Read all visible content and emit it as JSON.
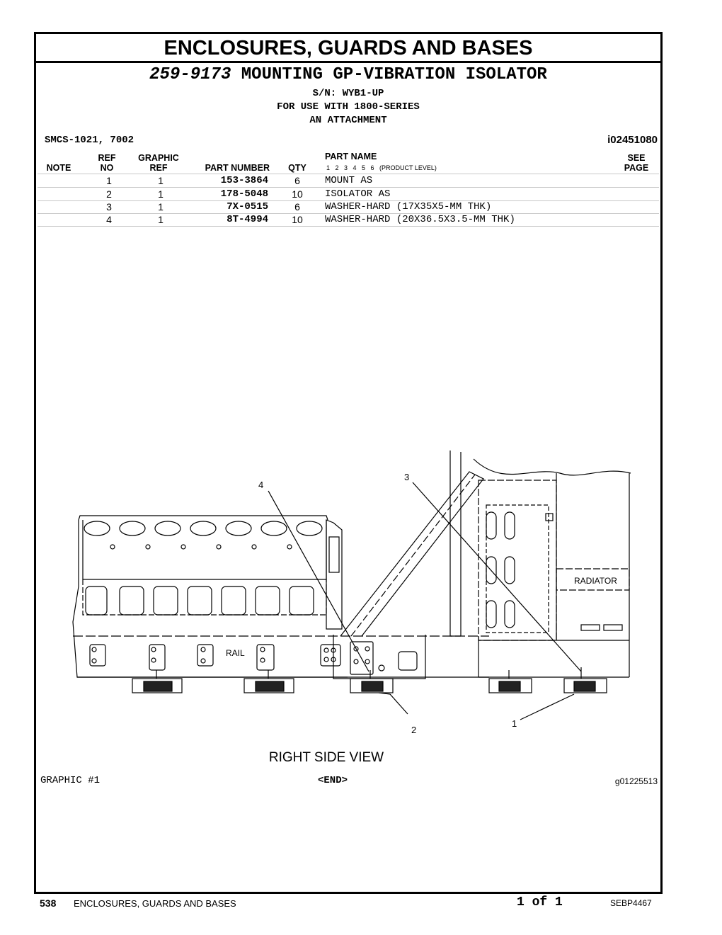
{
  "page_title": "ENCLOSURES, GUARDS AND BASES",
  "group": {
    "number": "259-9173",
    "name": "MOUNTING GP-VIBRATION ISOLATOR",
    "lines": [
      "S/N: WYB1-UP",
      "FOR USE WITH 1800-SERIES",
      "AN ATTACHMENT"
    ]
  },
  "smcs": "SMCS-1021, 7002",
  "doc_id": "i02451080",
  "columns": {
    "note": "NOTE",
    "ref_no": [
      "REF",
      "NO"
    ],
    "graphic_ref": [
      "GRAPHIC",
      "REF"
    ],
    "part_number": "PART NUMBER",
    "qty": "QTY",
    "part_name": "PART NAME",
    "levels": "1   2   3   4   5   6   (PRODUCT LEVEL)",
    "see_page": [
      "SEE",
      "PAGE"
    ]
  },
  "parts": [
    {
      "ref": "1",
      "graphic": "1",
      "number": "153-3864",
      "qty": "6",
      "name": "MOUNT AS"
    },
    {
      "ref": "2",
      "graphic": "1",
      "number": "178-5048",
      "qty": "10",
      "name": "ISOLATOR AS"
    },
    {
      "ref": "3",
      "graphic": "1",
      "number": "7X-0515",
      "qty": "6",
      "name": "WASHER-HARD (17X35X5-MM THK)"
    },
    {
      "ref": "4",
      "graphic": "1",
      "number": "8T-4994",
      "qty": "10",
      "name": "WASHER-HARD (20X36.5X3.5-MM THK)"
    }
  ],
  "drawing": {
    "callouts": [
      "1",
      "2",
      "3",
      "4"
    ],
    "labels": {
      "rail": "RAIL",
      "radiator": "RADIATOR"
    },
    "view_caption": "RIGHT SIDE VIEW"
  },
  "graphic_label": "GRAPHIC #1",
  "end_marker": "<END>",
  "graphic_id": "g01225513",
  "footer": {
    "page_number": "538",
    "section": "ENCLOSURES, GUARDS AND BASES",
    "page_of": "1 of 1",
    "doc_number": "SEBP4467"
  }
}
